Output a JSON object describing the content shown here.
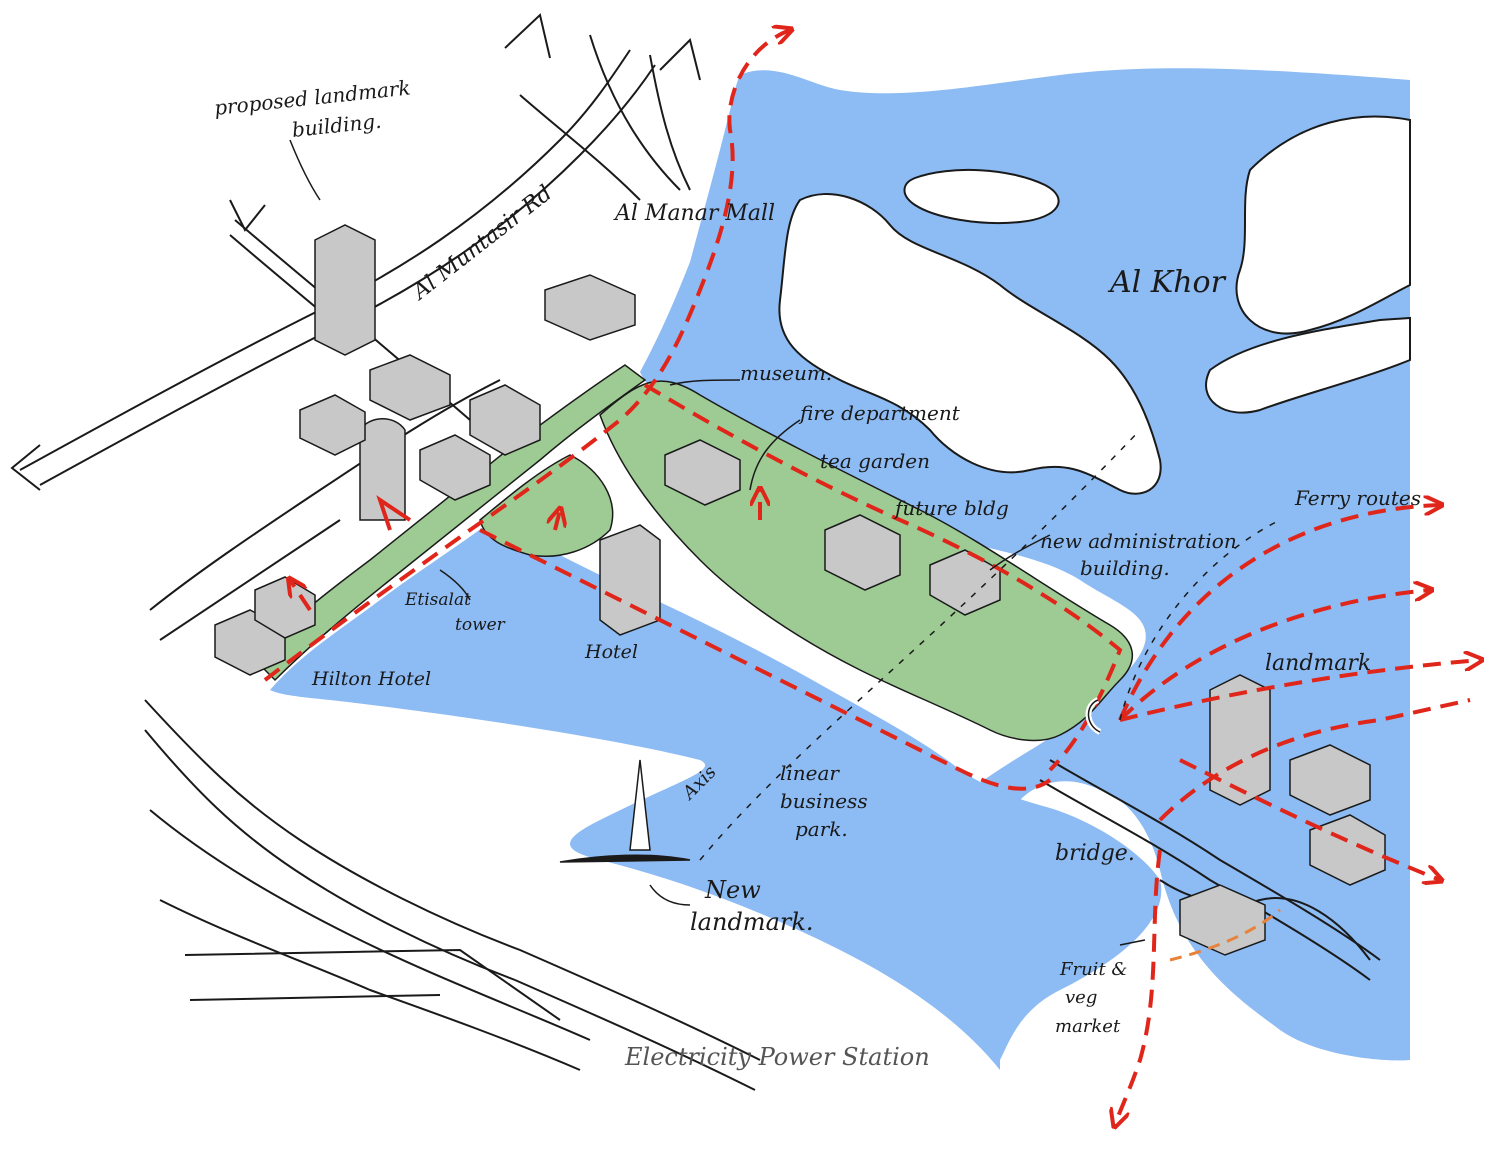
{
  "colors": {
    "water": "#8dbbf3",
    "park": "#9dcb93",
    "route": "#e0261b",
    "ink": "#1a1a1a",
    "building_shade": "#c8c8c8",
    "accent_orange": "#e8823a"
  },
  "labels": {
    "proposed_landmark": [
      "proposed landmark",
      "building."
    ],
    "al_muntasir_rd": "Al Muntasir Rd",
    "al_manar_mall": "Al Manar Mall",
    "al_khor": "Al Khor",
    "museum": "museum.",
    "fire_department": "fire department",
    "tea_garden": "tea garden",
    "future_bldg": "future bldg",
    "new_administration": [
      "new administration",
      "building."
    ],
    "ferry_routes": "Ferry routes",
    "landmark": "landmark",
    "etisalat": [
      "Etisalat",
      "tower"
    ],
    "hilton_hotel": "Hilton Hotel",
    "hotel": "Hotel",
    "axis": "Axis",
    "linear_park": [
      "linear",
      "business",
      "park."
    ],
    "bridge": "bridge.",
    "new_landmark": [
      "New",
      "landmark."
    ],
    "fruit_market": [
      "Fruit &",
      "veg",
      "market"
    ],
    "power_station": "Electricity Power Station"
  }
}
